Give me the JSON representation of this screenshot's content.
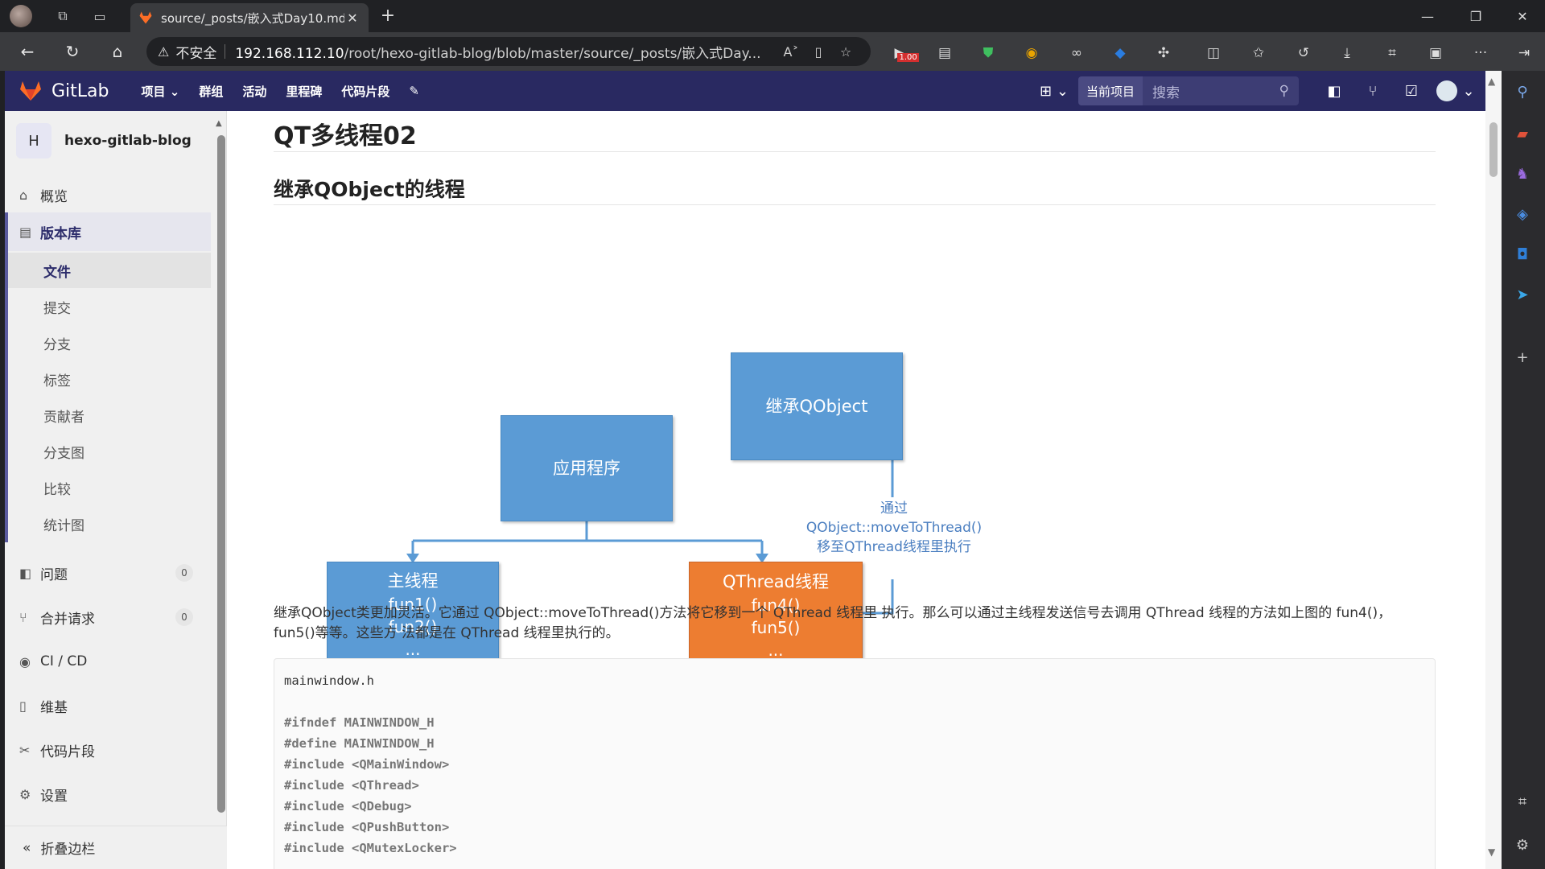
{
  "browser": {
    "tab_title": "source/_posts/嵌入式Day10.md ·",
    "url_insecure": "不安全",
    "url_host": "192.168.112.10",
    "url_path": "/root/hexo-gitlab-blog/blob/master/source/_posts/嵌入式Day...",
    "ext_badge": "1.00",
    "accent": "#fc6d26"
  },
  "gitlab": {
    "brand": "GitLab",
    "nav": [
      "项目",
      "群组",
      "活动",
      "里程碑",
      "代码片段"
    ],
    "search_scope": "当前项目",
    "search_placeholder": "搜索",
    "header_color": "#292961"
  },
  "sidebar": {
    "project_letter": "H",
    "project_name": "hexo-gitlab-blog",
    "items": [
      {
        "label": "概览",
        "icon": "home-icon"
      },
      {
        "label": "版本库",
        "icon": "repository-icon"
      },
      {
        "label": "问题",
        "icon": "issues-icon",
        "count": "0"
      },
      {
        "label": "合并请求",
        "icon": "merge-request-icon",
        "count": "0"
      },
      {
        "label": "CI / CD",
        "icon": "rocket-icon"
      },
      {
        "label": "维基",
        "icon": "book-icon"
      },
      {
        "label": "代码片段",
        "icon": "scissors-icon"
      },
      {
        "label": "设置",
        "icon": "settings-icon"
      }
    ],
    "repo_subitems": [
      "文件",
      "提交",
      "分支",
      "标签",
      "贡献者",
      "分支图",
      "比较",
      "统计图"
    ],
    "collapse_label": "折叠边栏"
  },
  "content": {
    "h1": "QT多线程02",
    "h2": "继承QObject的线程",
    "diagram": {
      "box_qobject": "继承QObject",
      "box_app": "应用程序",
      "box_main": [
        "主线程",
        "fun1()",
        "fun2()",
        "..."
      ],
      "box_qthread": [
        "QThread线程",
        "fun4()",
        "fun5()",
        "..."
      ],
      "annotation": [
        "通过",
        "QObject::moveToThread()",
        "移至QThread线程里执行"
      ]
    },
    "paragraph": "继承QObject类更加灵活。它通过 QObject::moveToThread()方法将它移到一个 QThread 线程里 执行。那么可以通过主线程发送信号去调用 QThread 线程的方法如上图的 fun4()，fun5()等等。这些方 法都是在 QThread 线程里执行的。",
    "code": {
      "filename": "mainwindow.h",
      "lines": [
        "#ifndef MAINWINDOW_H",
        "#define MAINWINDOW_H",
        "#include <QMainWindow>",
        "#include <QThread>",
        "#include <QDebug>",
        "#include <QPushButton>",
        "#include <QMutexLocker>"
      ]
    }
  }
}
